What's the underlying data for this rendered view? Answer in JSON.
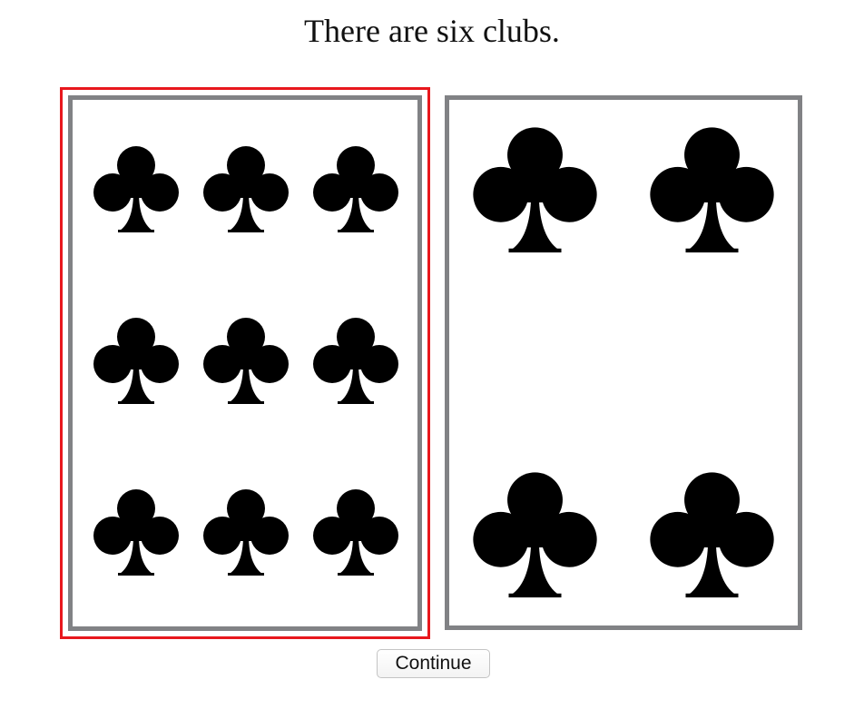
{
  "prompt": {
    "text": "There are six clubs."
  },
  "cards": [
    {
      "id": "left",
      "selected": true,
      "suit_icon": "club-icon",
      "symbol_count": 9
    },
    {
      "id": "right",
      "selected": false,
      "suit_icon": "club-icon",
      "symbol_count": 4
    }
  ],
  "colors": {
    "selection_border": "#e8171d",
    "card_border": "#818285",
    "suit": "#000000"
  },
  "buttons": {
    "continue_label": "Continue"
  }
}
